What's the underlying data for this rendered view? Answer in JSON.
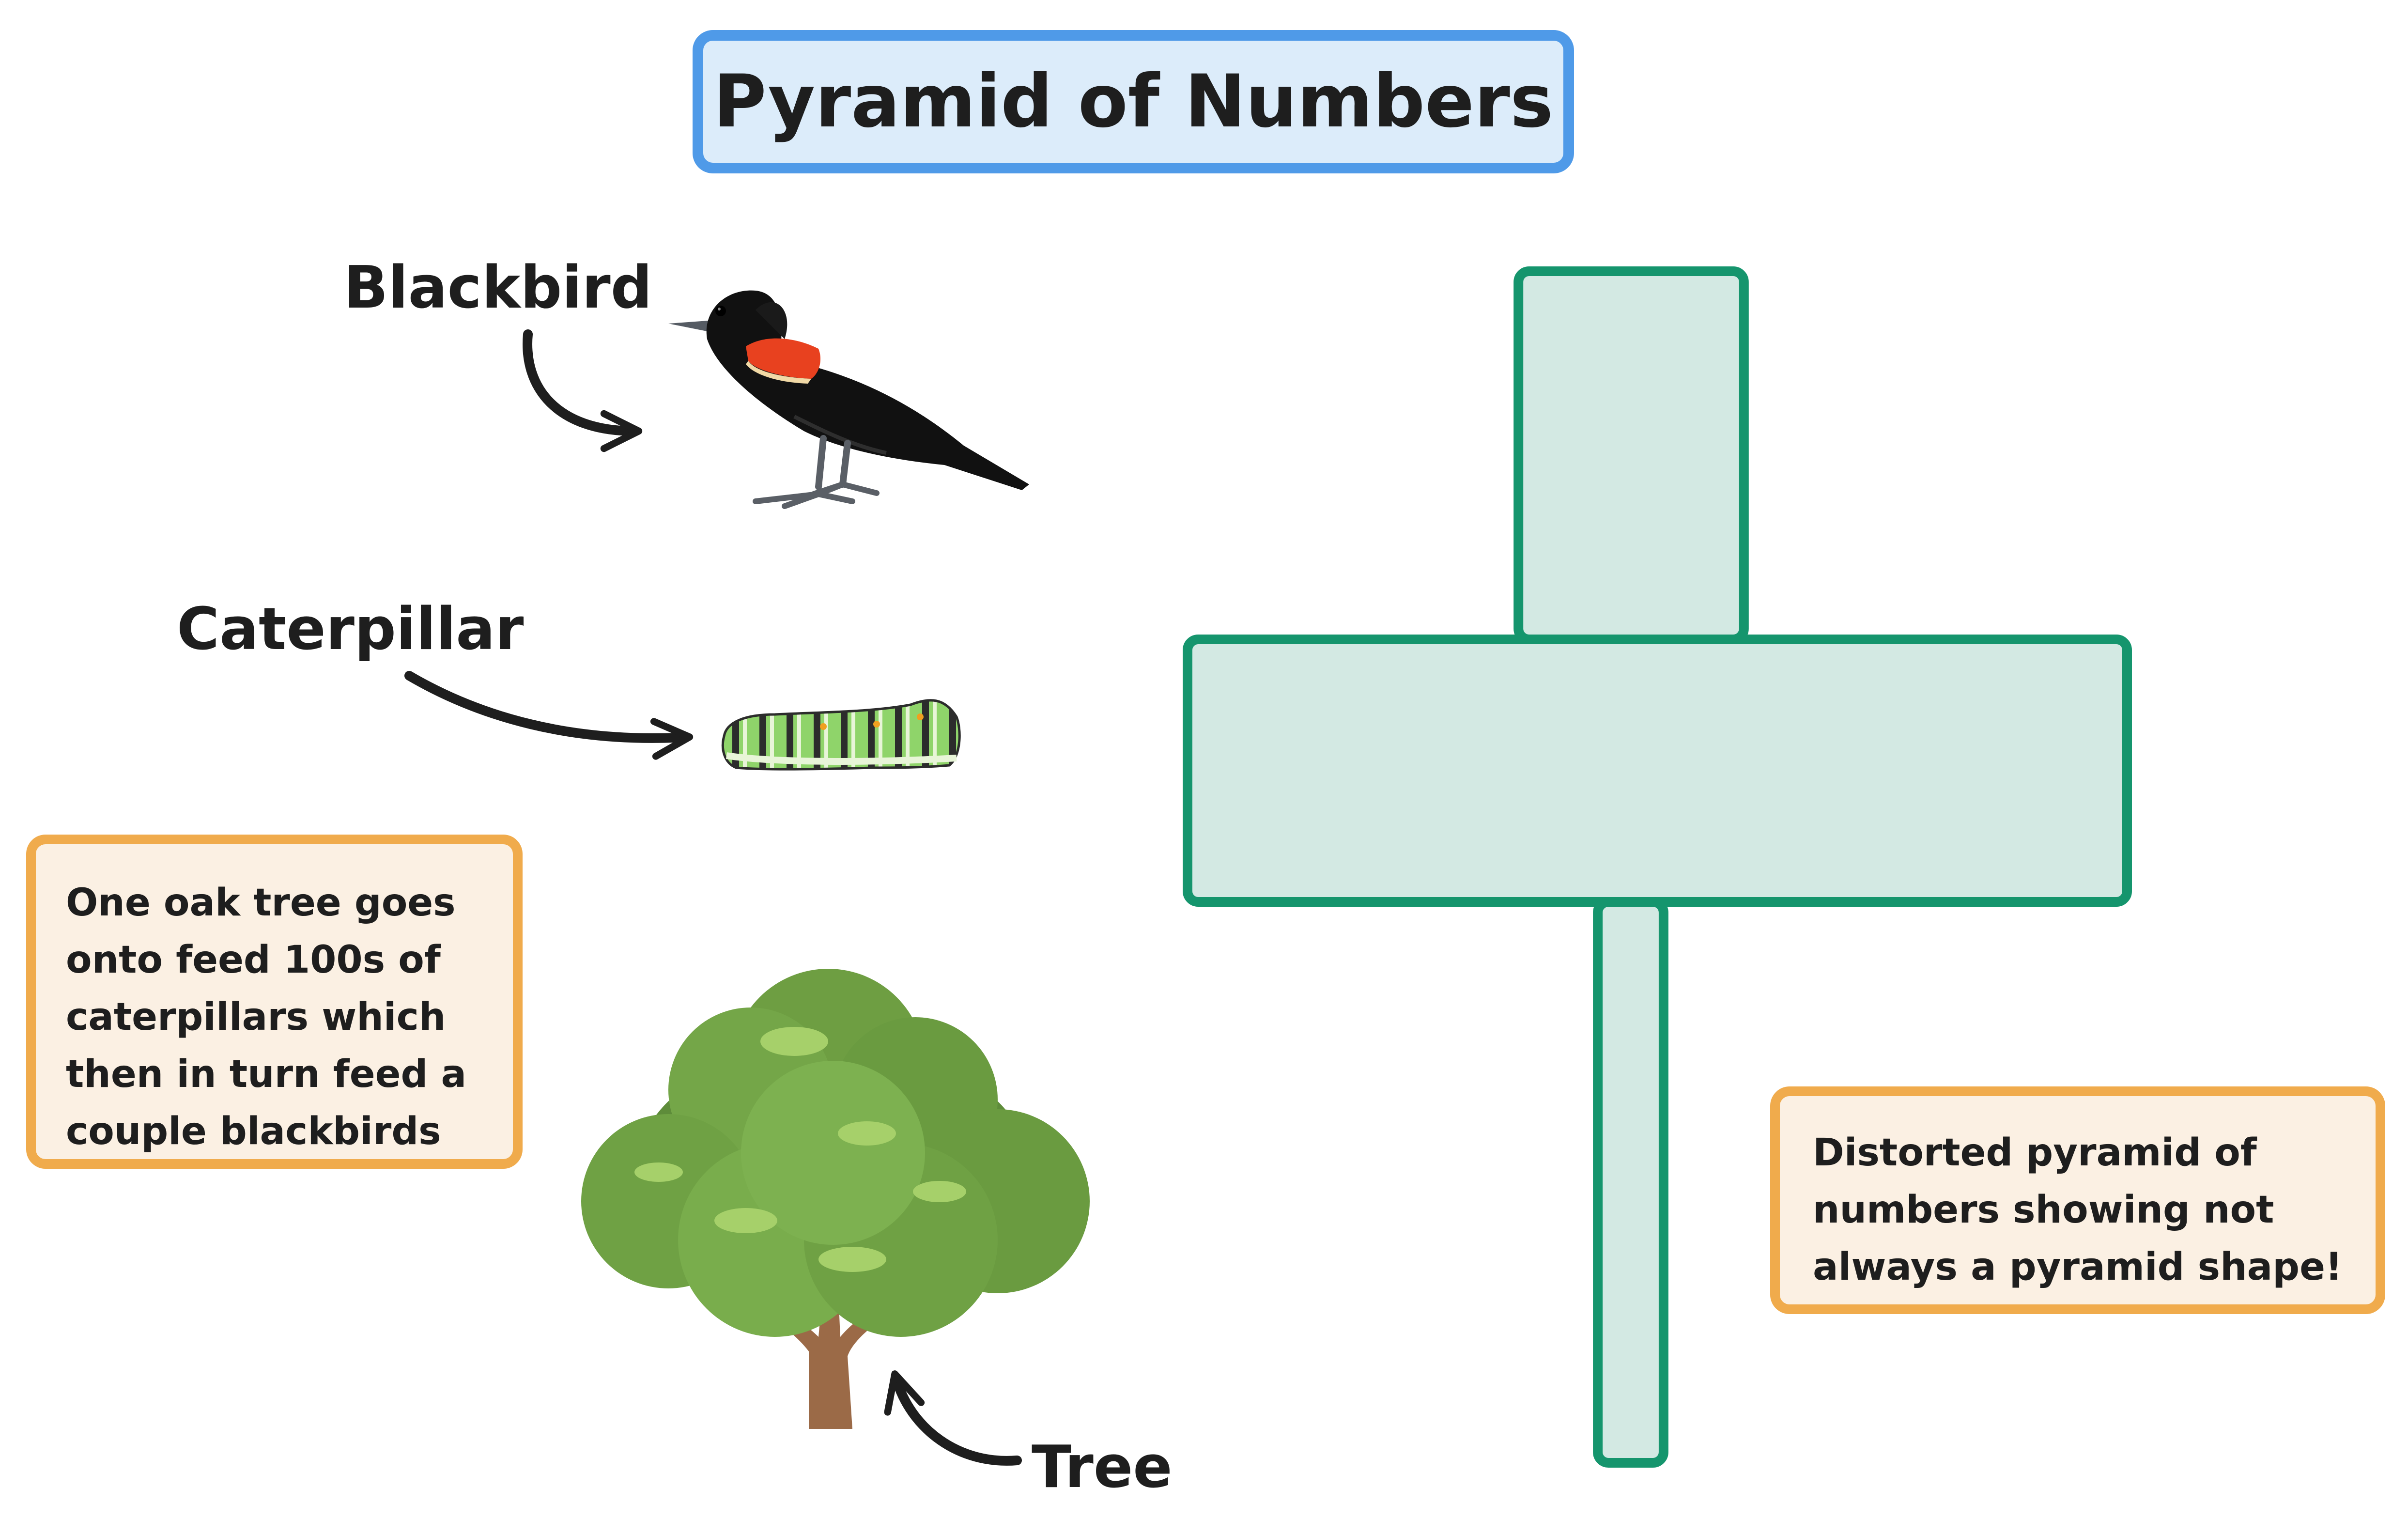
{
  "title": "Pyramid of Numbers",
  "labels": {
    "blackbird": "Blackbird",
    "caterpillar": "Caterpillar",
    "tree": "Tree"
  },
  "notes": {
    "left": [
      "One oak tree goes",
      "onto feed 100s of",
      "caterpillars which",
      "then in turn feed a",
      "couple blackbirds"
    ],
    "right": [
      "Distorted pyramid of",
      "numbers showing not",
      "always a pyramid shape!"
    ]
  },
  "pyramid_levels": [
    {
      "organism": "blackbird",
      "relative_width": 0.24
    },
    {
      "organism": "caterpillar",
      "relative_width": 1.0
    },
    {
      "organism": "tree",
      "relative_width": 0.07
    }
  ],
  "colors": {
    "title_fill": "#dcecfa",
    "title_border": "#4f9ae8",
    "note_fill": "#fbf0e3",
    "note_border": "#f0ab4c",
    "bar_fill": "#d3e9e3",
    "bar_border": "#15956d",
    "text": "#1e1e1e"
  },
  "icons": [
    "blackbird-illustration",
    "caterpillar-illustration",
    "oak-tree-illustration",
    "curved-arrow-icon"
  ]
}
